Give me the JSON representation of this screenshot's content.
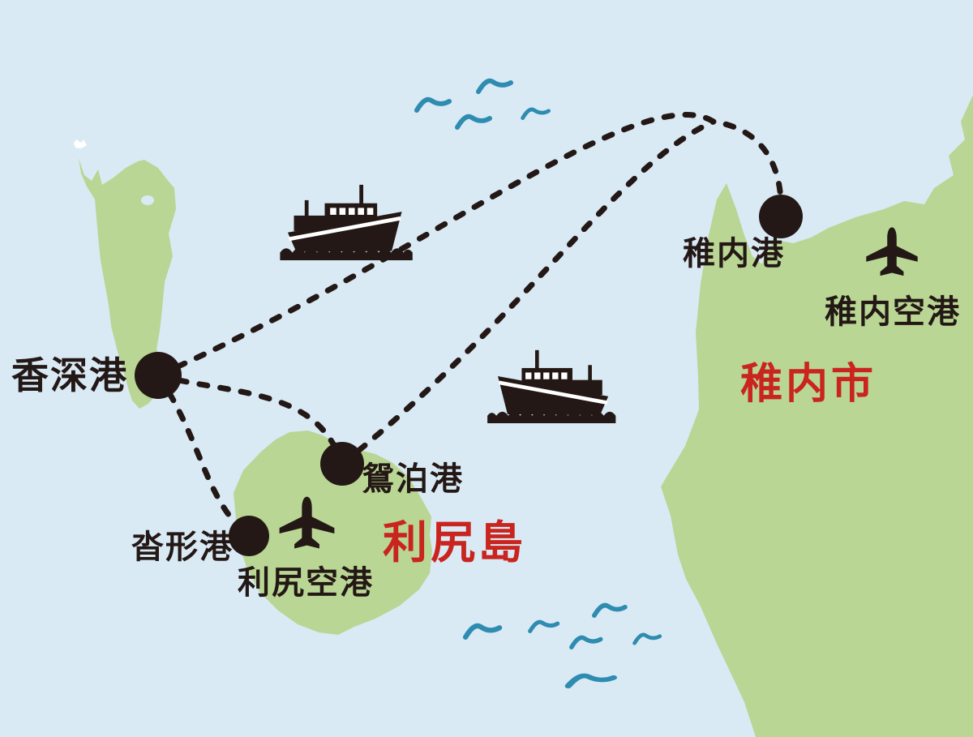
{
  "map": {
    "description": "Illustrated ferry and air route map of Rishiri Island, Kafuka (Rebun) and Wakkanai",
    "routes": [
      {
        "from": "香深港",
        "to": "稚内港",
        "mode": "ferry"
      },
      {
        "from": "鴛泊港",
        "to": "稚内港",
        "mode": "ferry"
      },
      {
        "from": "香深港",
        "to": "鴛泊港",
        "mode": "ferry"
      },
      {
        "from": "香深港",
        "to": "沓形港",
        "mode": "ferry"
      }
    ]
  },
  "labels": {
    "kafuka_port": "香深港",
    "wakkanai_port": "稚内港",
    "wakkanai_airport": "稚内空港",
    "wakkanai_city": "稚内市",
    "oshidomari_port": "鴛泊港",
    "kutsugata_port": "沓形港",
    "rishiri_airport": "利尻空港",
    "rishiri_island": "利尻島"
  },
  "icons": {
    "ferry": "ferry-icon",
    "airplane": "airplane-icon",
    "port": "port-dot",
    "wave": "wave-icon"
  },
  "colors": {
    "sea": "#d9eaf5",
    "land": "#b9d694",
    "ink": "#231815",
    "wave": "#2e8cb0",
    "red": "#c9241e",
    "white": "#ffffff"
  }
}
